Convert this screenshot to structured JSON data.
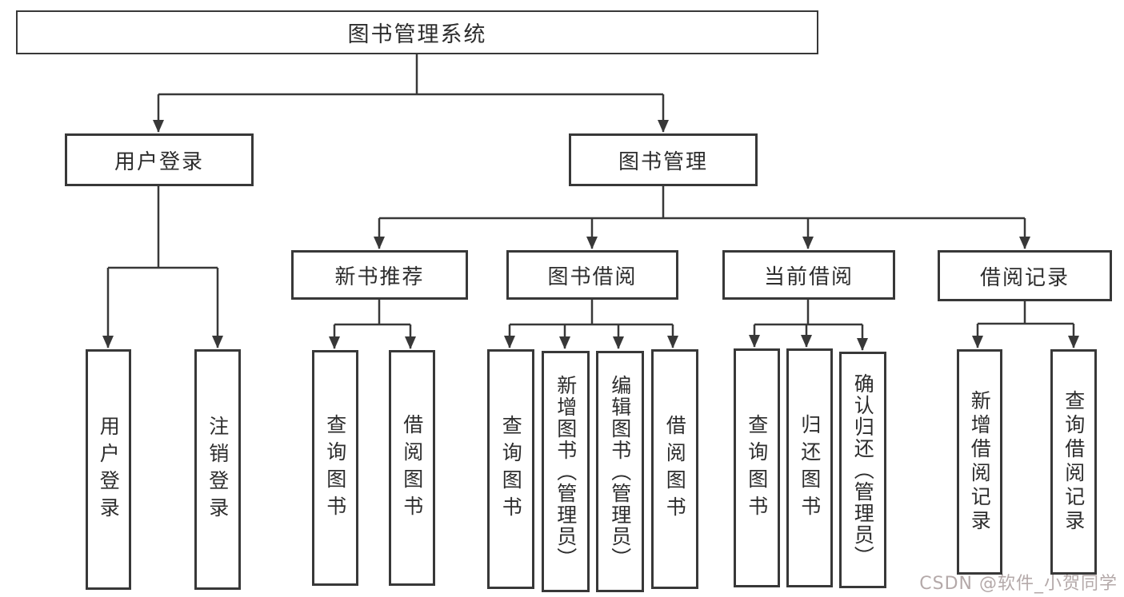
{
  "colors": {
    "line": "#383838",
    "text": "#2d2d2d",
    "bg": "#ffffff",
    "watermark": "#b4a9a9"
  },
  "tree": {
    "root": "图书管理系统",
    "user_login": {
      "label": "用户登录",
      "children": [
        "用户登录",
        "注销登录"
      ]
    },
    "book_mgmt": {
      "label": "图书管理",
      "sections": [
        {
          "label": "新书推荐",
          "children": [
            "查询图书",
            "借阅图书"
          ]
        },
        {
          "label": "图书借阅",
          "children": [
            "查询图书",
            "新增图书（管理员）",
            "编辑图书（管理员）",
            "借阅图书"
          ]
        },
        {
          "label": "当前借阅",
          "children": [
            "查询图书",
            "归还图书",
            "确认归还（管理员）"
          ]
        },
        {
          "label": "借阅记录",
          "children": [
            "新增借阅记录",
            "查询借阅记录"
          ]
        }
      ]
    }
  },
  "watermark": "CSDN @软件_小贺同学"
}
